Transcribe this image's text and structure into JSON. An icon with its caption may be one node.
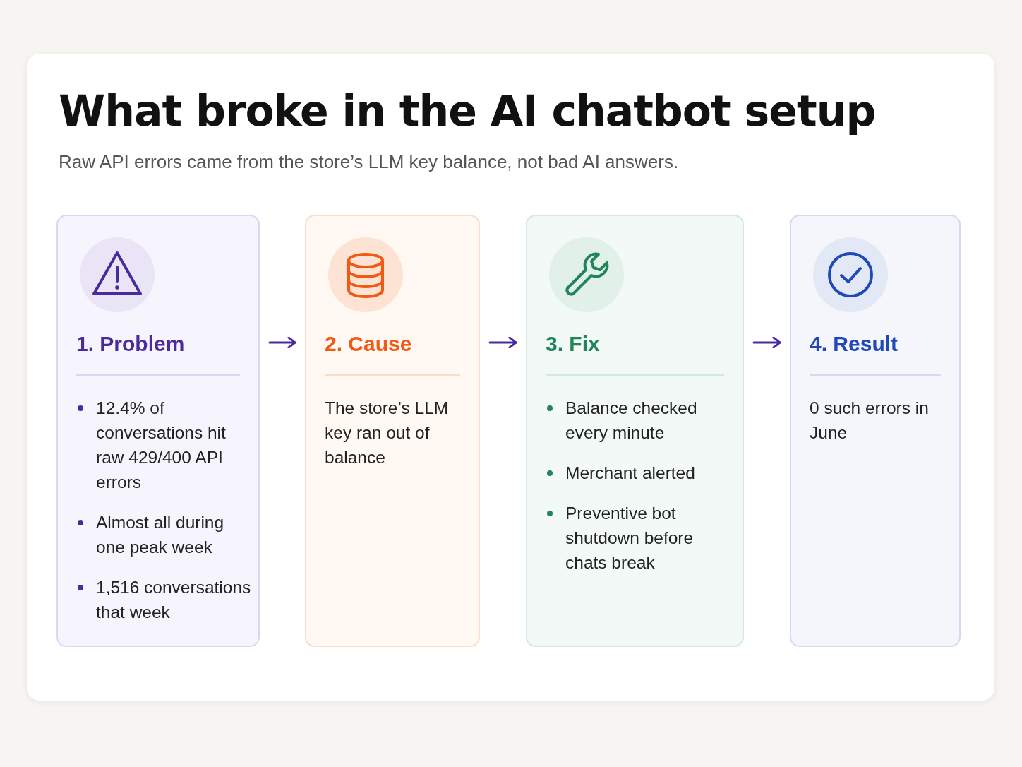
{
  "diagram": {
    "title": "What broke in the AI chatbot setup",
    "caption": "Raw API errors came from the store’s LLM key balance, not bad AI answers.",
    "nodes": [
      {
        "text": [
          "1. Problem",
          "12.4% of conversations hit raw 429/400 API errors",
          "Almost all during one peak week",
          "1,516 conversations that week"
        ]
      },
      {
        "text": [
          "2. Cause",
          "The store’s LLM key ran out of balance"
        ]
      },
      {
        "text": [
          "3. Fix",
          "Balance checked every minute",
          "Merchant alerted",
          "Preventive bot shutdown before chats break"
        ]
      },
      {
        "text": [
          "4. Result",
          "0 such errors in June"
        ]
      }
    ],
    "edges": [
      {
        "from": 0,
        "to": 1,
        "arrow": "to"
      },
      {
        "from": 1,
        "to": 2,
        "arrow": "to"
      },
      {
        "from": 2,
        "to": 3,
        "arrow": "to"
      }
    ]
  }
}
